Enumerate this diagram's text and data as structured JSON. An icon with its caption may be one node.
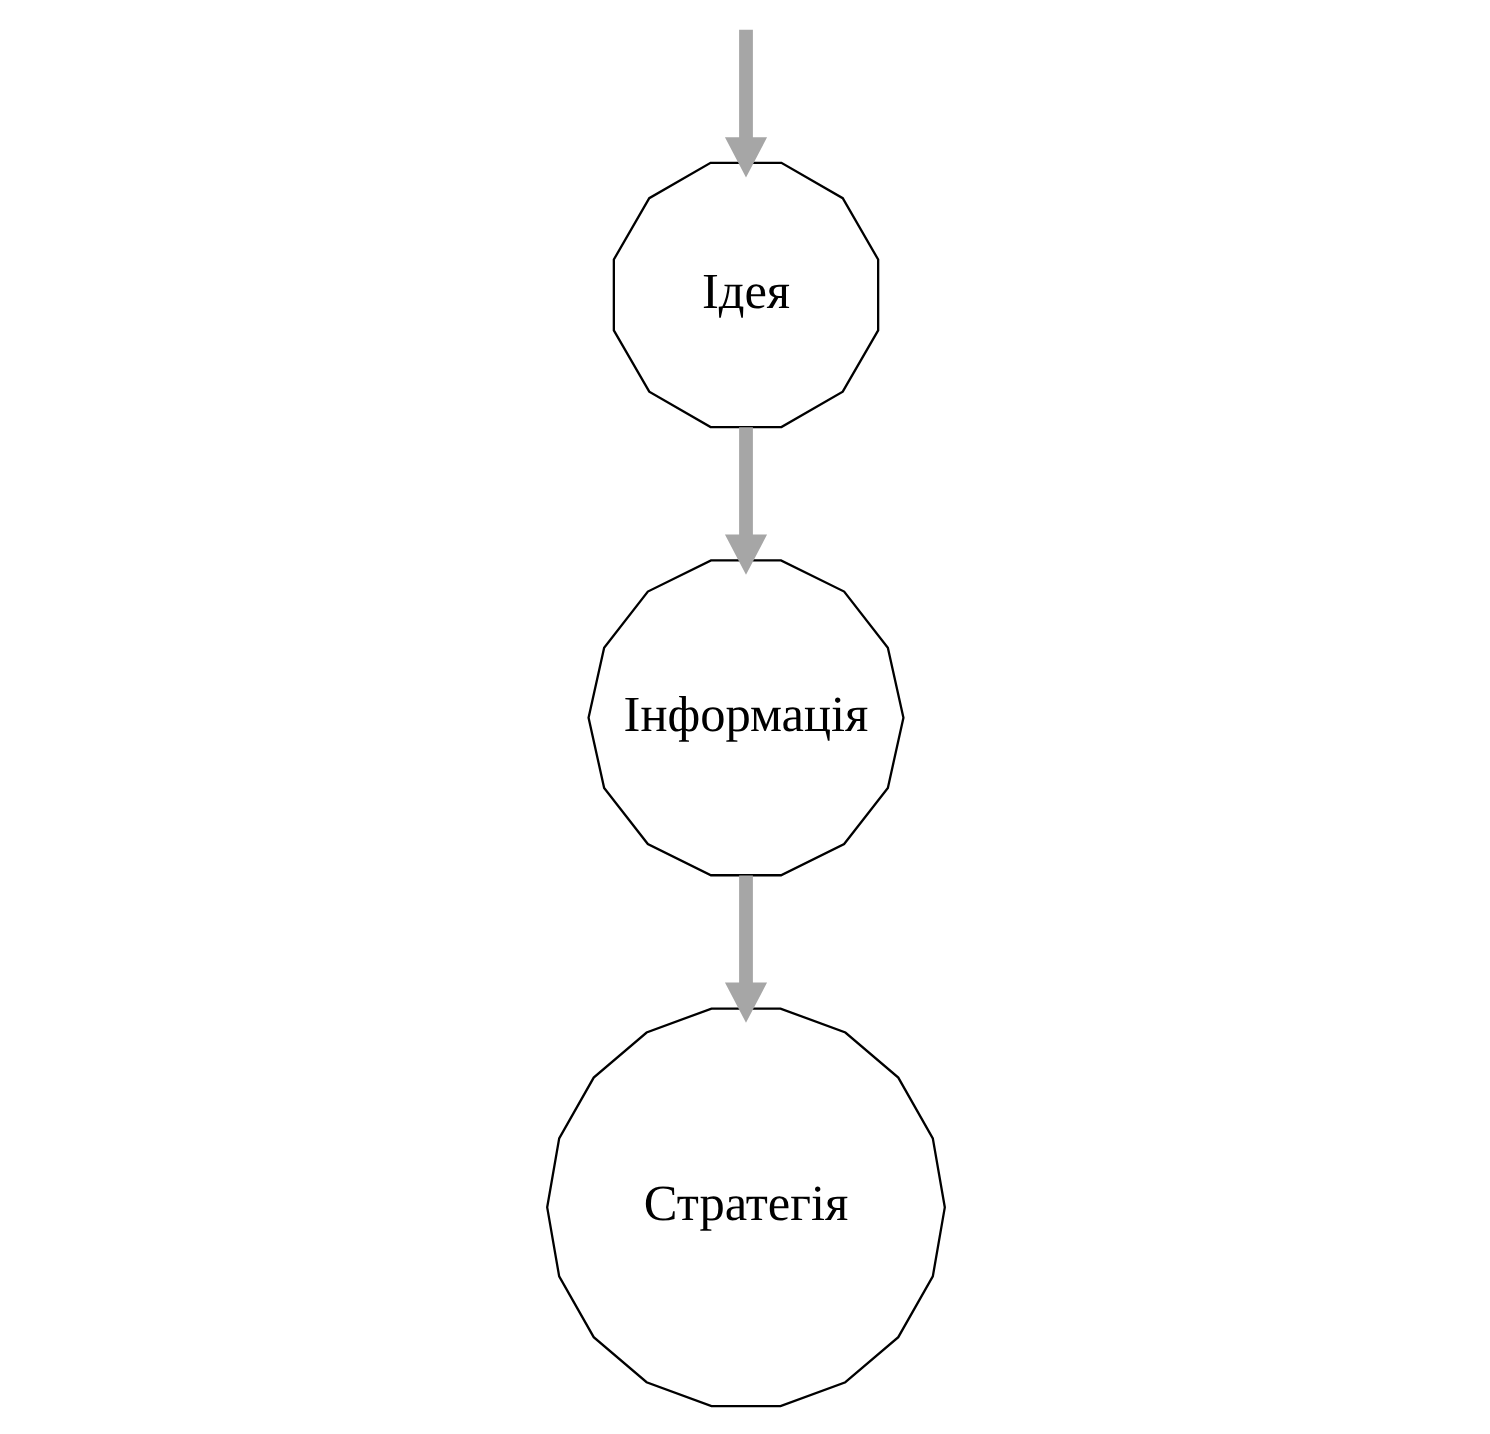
{
  "diagram": {
    "nodes": [
      {
        "text": [
          "Інформація"
        ]
      },
      {
        "text": [
          "Ідея"
        ]
      },
      {
        "text": [
          "Стратегія"
        ]
      }
    ],
    "edges": [
      {
        "from": null,
        "to": 1,
        "arrow": "to"
      },
      {
        "from": 1,
        "to": 0,
        "arrow": "to"
      },
      {
        "from": 0,
        "to": 2,
        "arrow": "to"
      }
    ]
  }
}
